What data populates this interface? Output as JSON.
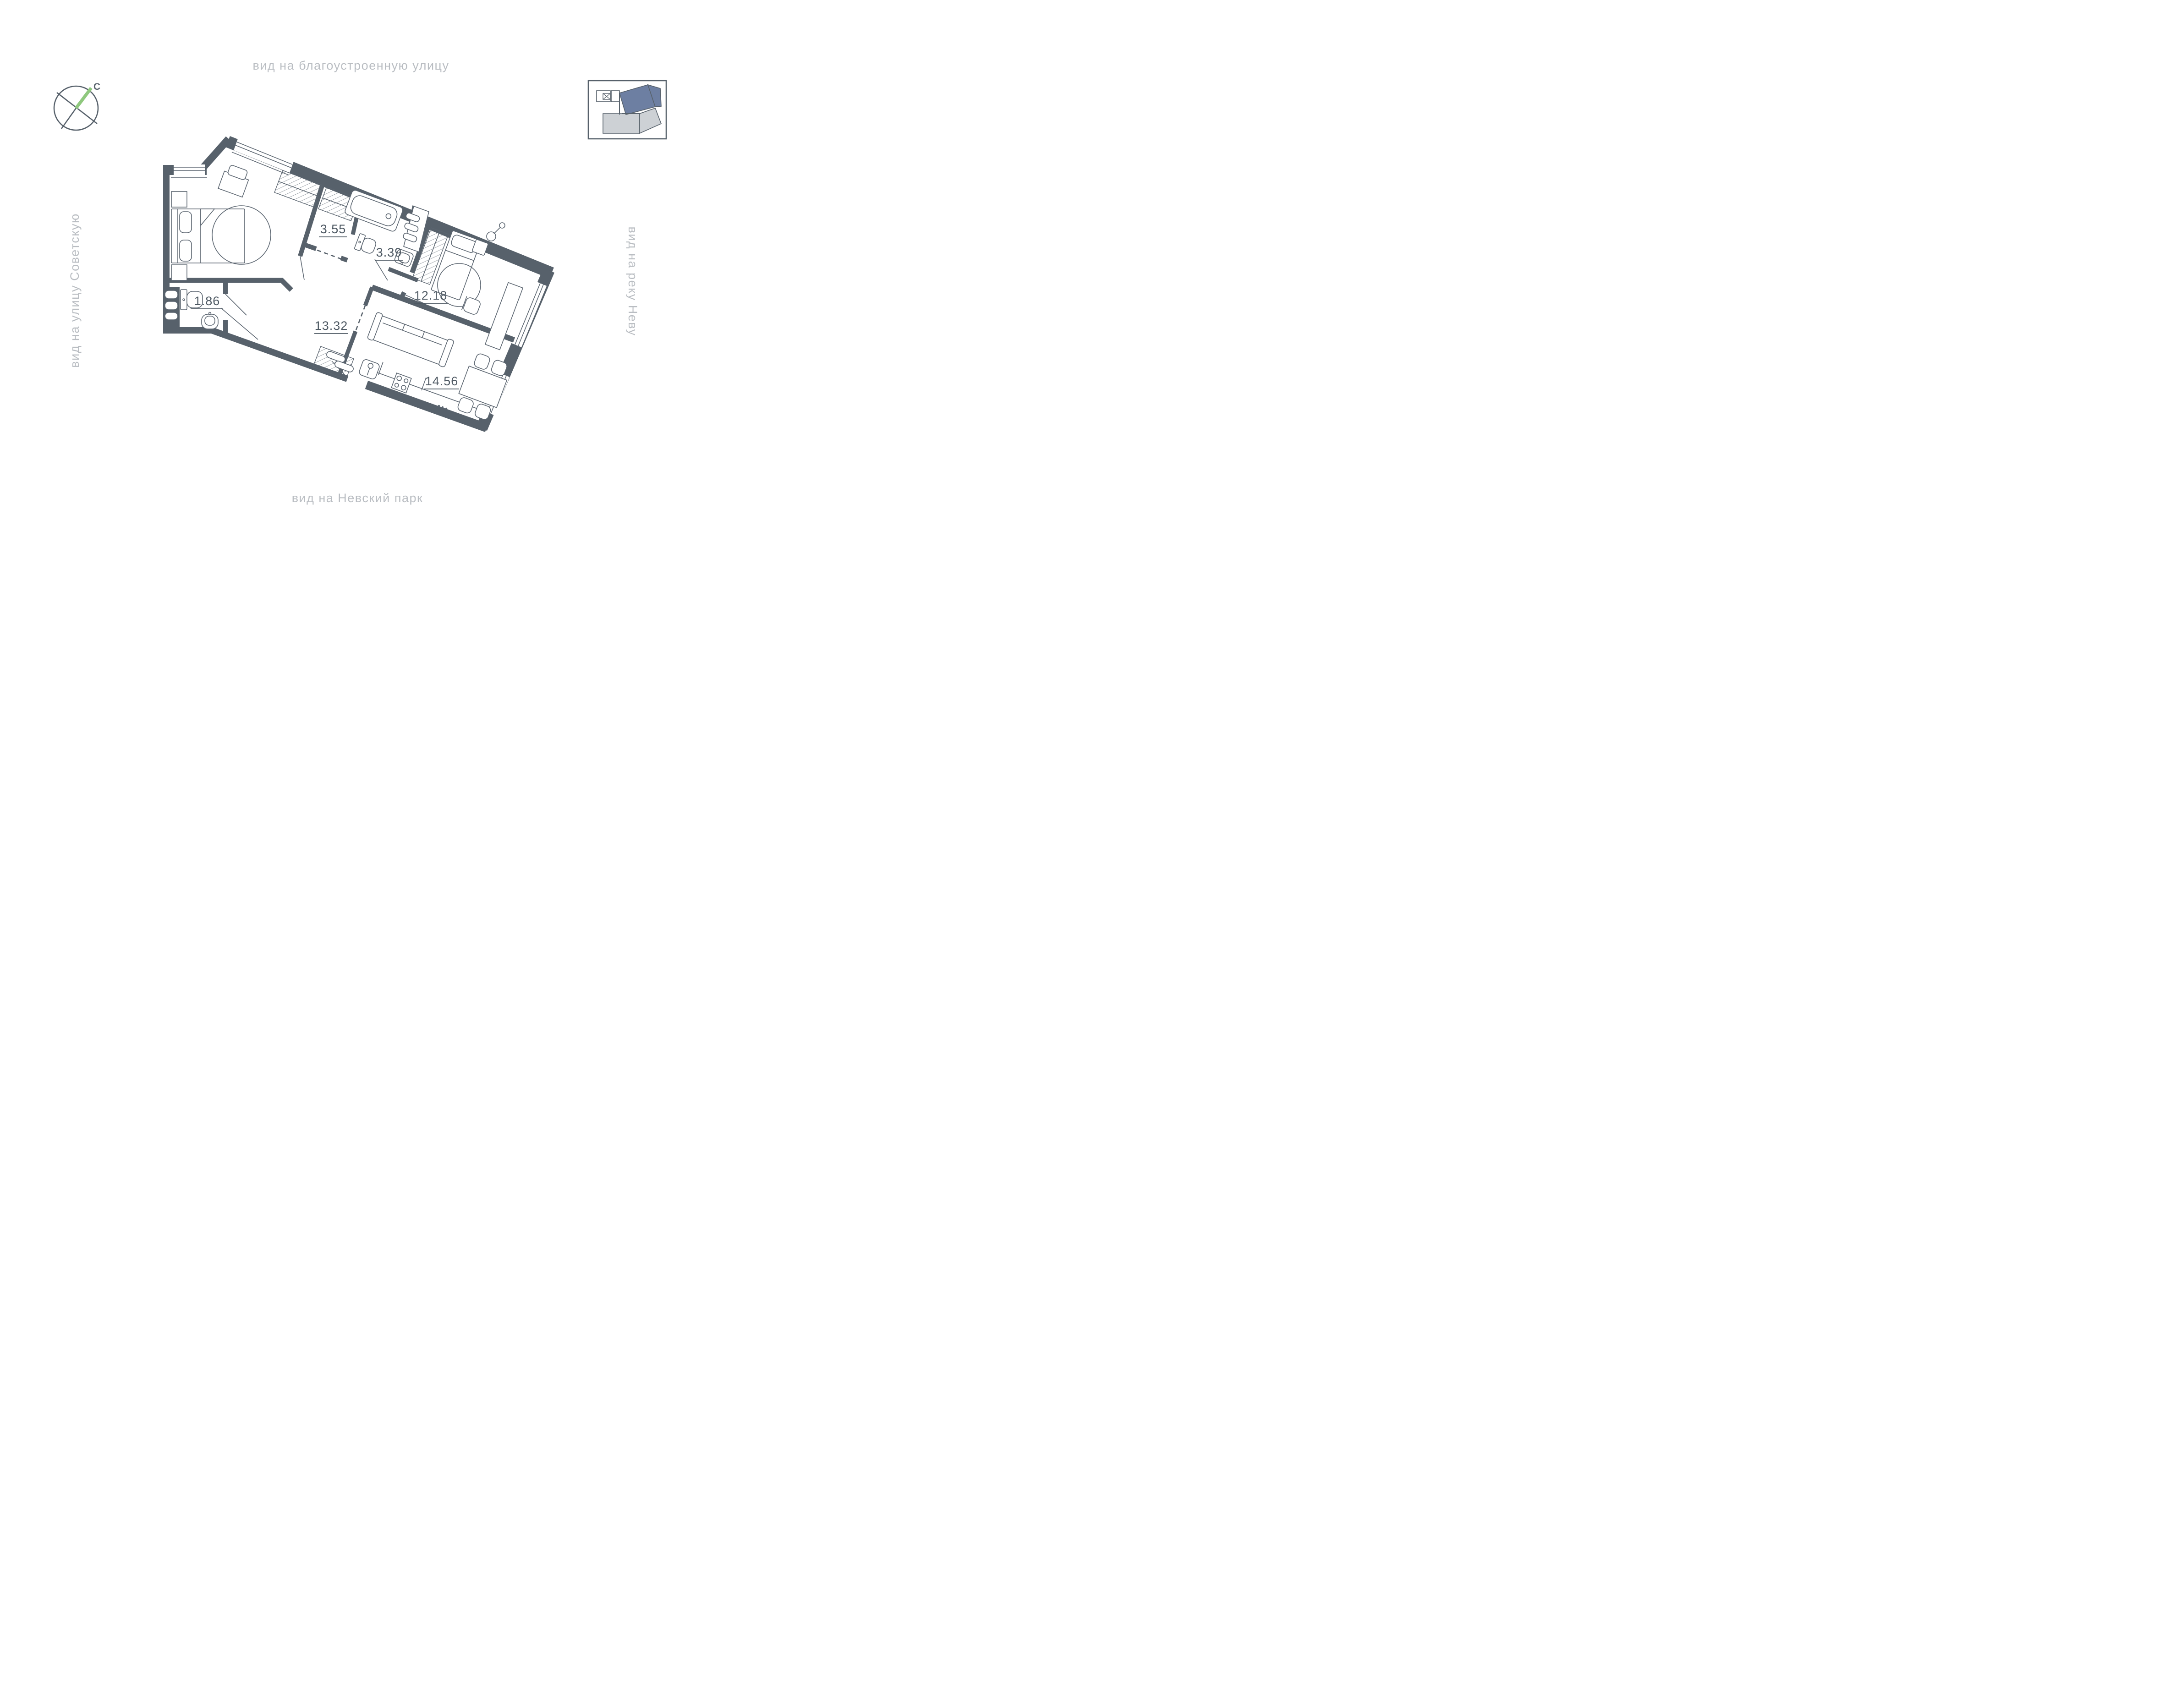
{
  "colors": {
    "wall": "#57616B",
    "furniture_line": "#5B6570",
    "muted_text": "#B9BDC2",
    "label_text": "#4D5862",
    "accent_green": "#8FC87E",
    "miniplan_unit_gray": "#CDD1D5",
    "miniplan_unit_highlight": "#6D7FA2"
  },
  "compass": {
    "north_label": "С"
  },
  "view_labels": {
    "top": "вид на благоустроенную улицу",
    "left": "вид на улицу Советскую",
    "right": "вид на реку Неву",
    "bottom": "вид на Невский парк"
  },
  "rooms": {
    "wardrobe_hall": {
      "area": "3.55"
    },
    "bathroom": {
      "area": "3.39"
    },
    "wc": {
      "area": "1.86"
    },
    "bedroom": {
      "area": "12.18"
    },
    "hallway": {
      "area": "13.32"
    },
    "kitchen_living": {
      "area": "14.56"
    }
  }
}
